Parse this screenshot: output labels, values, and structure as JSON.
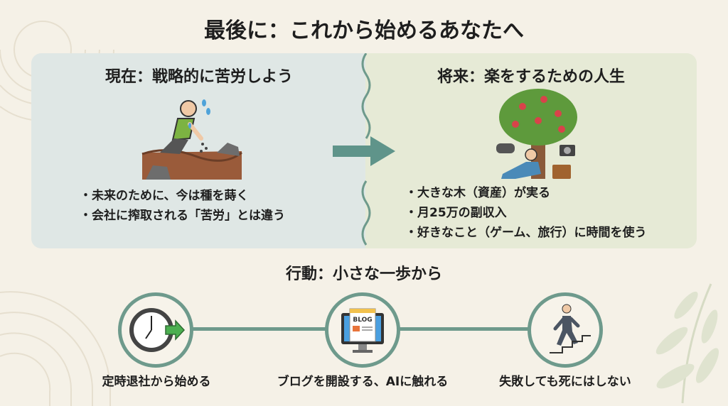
{
  "title": "最後に：これから始めるあなたへ",
  "present": {
    "heading": "現在：戦略的に苦労しよう",
    "bullets": [
      "・未来のために、今は種を蒔く",
      "・会社に搾取される「苦労」とは違う"
    ]
  },
  "future": {
    "heading": "将来：楽をするための人生",
    "bullets": [
      "・大きな木（資産）が実る",
      "・月25万の副収入",
      "・好きなこと（ゲーム、旅行）に時間を使う"
    ]
  },
  "action": {
    "heading": "行動：小さな一歩から",
    "steps": [
      {
        "label": "定時退社から始める",
        "icon": "clock-exit-icon"
      },
      {
        "label": "ブログを開設する、AIに触れる",
        "icon": "blog-monitor-icon"
      },
      {
        "label": "失敗しても死にはしない",
        "icon": "stairs-walker-icon"
      }
    ],
    "blog_text": "BLOG"
  },
  "colors": {
    "accent": "#6e9a8c",
    "left_panel": "#dfe7e5",
    "right_panel": "#e6ead6",
    "background": "#f5f1e7"
  }
}
